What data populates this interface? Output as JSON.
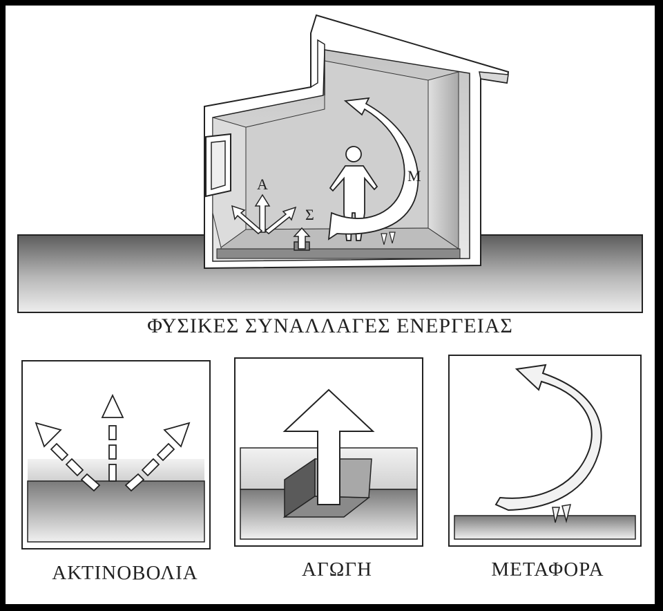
{
  "main_title": "ΦΥΣΙΚΕΣ ΣΥΝΑΛΛΑΓΕΣ ΕΝΕΡΓΕΙΑΣ",
  "house_labels": {
    "radiation_letter": "A",
    "conduction_letter": "Σ",
    "convection_letter": "M"
  },
  "panels": {
    "radiation": "ΑΚΤΙΝΟΒΟΛΙΑ",
    "conduction": "ΑΓΩΓΗ",
    "convection": "ΜΕΤΑΦΟΡΑ"
  },
  "colors": {
    "ink": "#222222",
    "shade_dark": "#6e6e6e",
    "shade_light": "#e6e6e6",
    "arrow_fill": "#ededed"
  }
}
